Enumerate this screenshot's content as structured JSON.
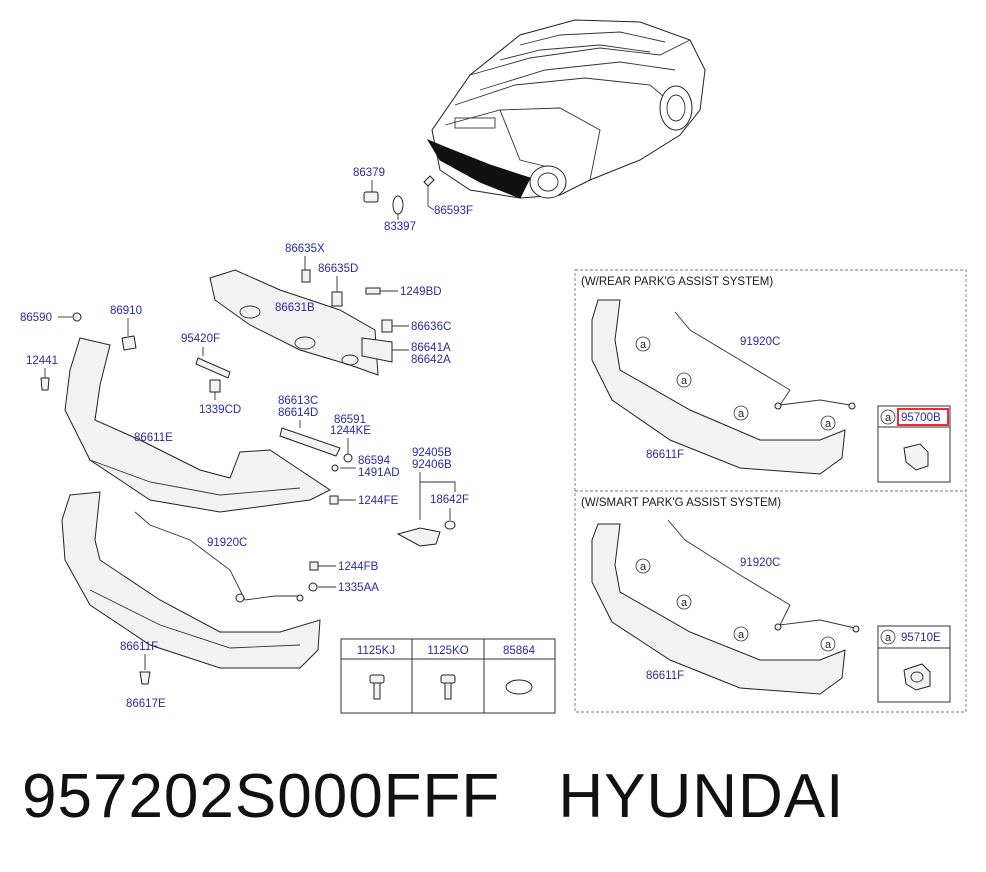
{
  "callouts": {
    "p86379": "86379",
    "p86593F": "86593F",
    "p83397": "83397",
    "p86635X": "86635X",
    "p86635D": "86635D",
    "p1249BD": "1249BD",
    "p86631B": "86631B",
    "p86636C": "86636C",
    "p86641A": "86641A",
    "p86642A": "86642A",
    "p86590": "86590",
    "p86910": "86910",
    "p95420F": "95420F",
    "p12441": "12441",
    "p1339CD": "1339CD",
    "p86613C": "86613C",
    "p86614D": "86614D",
    "p86591": "86591",
    "p1244KE": "1244KE",
    "p86611E": "86611E",
    "p86594": "86594",
    "p1491AD": "1491AD",
    "p92405B": "92405B",
    "p92406B": "92406B",
    "p18642F": "18642F",
    "p1244FE": "1244FE",
    "p91920C_main": "91920C",
    "p1244FB": "1244FB",
    "p1335AA": "1335AA",
    "p86611F_main": "86611F",
    "p86617E": "86617E"
  },
  "rear_park_panel": {
    "title": "(W/REAR PARK'G ASSIST SYSTEM)",
    "harness": "91920C",
    "bumper": "86611F",
    "marker": "a",
    "sensor": "95700B"
  },
  "smart_park_panel": {
    "title": "(W/SMART PARK'G ASSIST SYSTEM)",
    "harness": "91920C",
    "bumper": "86611F",
    "marker": "a",
    "sensor": "95710E"
  },
  "fastener_table": {
    "headers": [
      "1125KJ",
      "1125KO",
      "85864"
    ]
  },
  "caption": {
    "part_number": "957202S000FFF",
    "brand": "HYUNDAI"
  },
  "colors": {
    "label": "#2a2aa6",
    "highlight": "#e0303a"
  }
}
